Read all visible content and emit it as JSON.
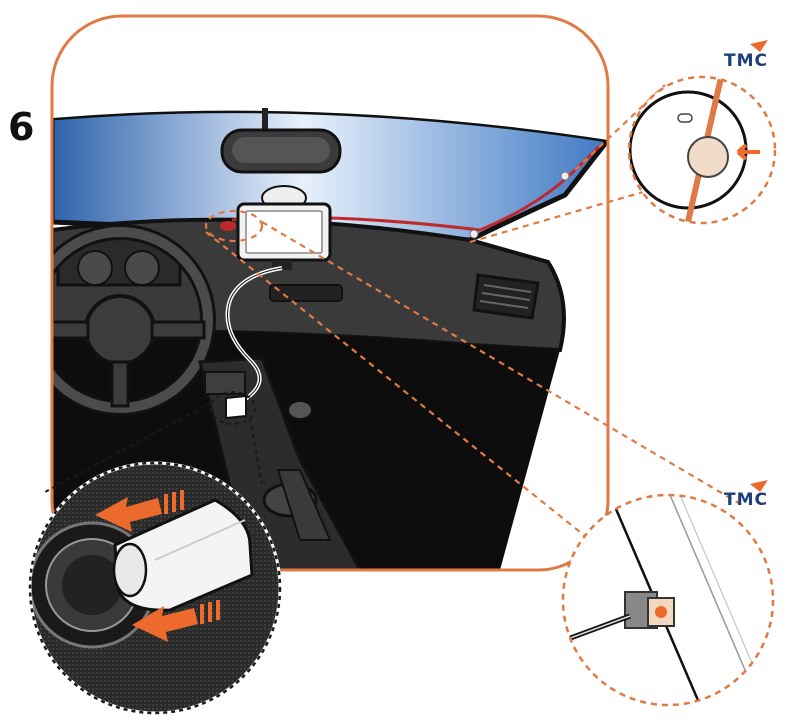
{
  "step": {
    "number": "6"
  },
  "badges": [
    {
      "label": "TMC"
    },
    {
      "label": "TMC"
    }
  ],
  "colors": {
    "frame": "#e07a45",
    "callout_dash": "#e07a45",
    "arrow": "#ec6a2c",
    "windshield_top": "#2f63ad",
    "windshield_light": "#e8f1fb",
    "dashboard": "#1e1e1e",
    "cable": "#c0292b",
    "tmc_blue": "#1b3f7a"
  }
}
